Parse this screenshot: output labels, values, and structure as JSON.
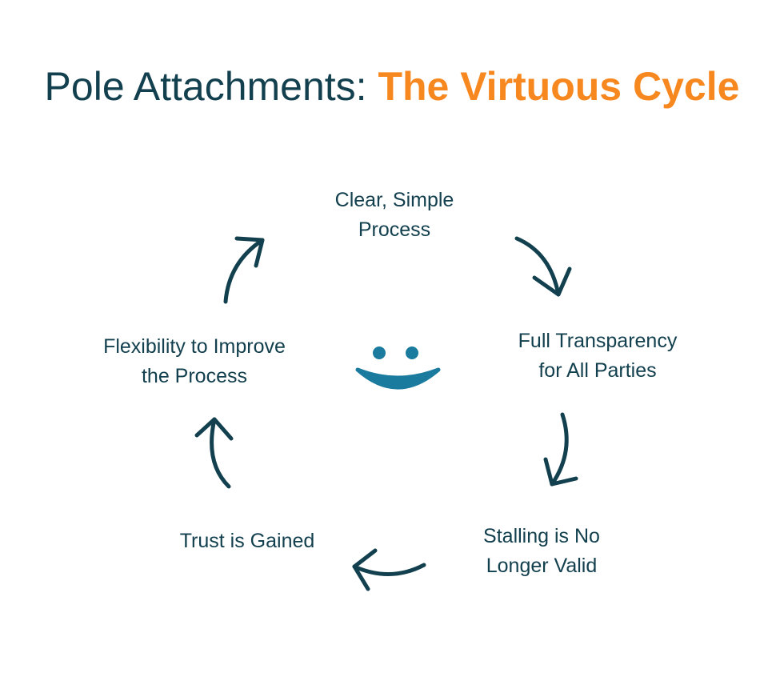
{
  "title": {
    "plain": "Pole Attachments: ",
    "accent": "The Virtuous Cycle"
  },
  "steps": [
    {
      "line1": "Clear, Simple",
      "line2": "Process"
    },
    {
      "line1": "Full Transparency",
      "line2": "for All Parties"
    },
    {
      "line1": "Stalling is No",
      "line2": "Longer Valid"
    },
    {
      "line1": "Trust is Gained",
      "line2": ""
    },
    {
      "line1": "Flexibility to Improve",
      "line2": "the Process"
    }
  ],
  "center_icon": "smiley-face-icon",
  "colors": {
    "text": "#13404f",
    "accent": "#f7871f",
    "smiley": "#1a7b9e",
    "arrow": "#13404f"
  }
}
